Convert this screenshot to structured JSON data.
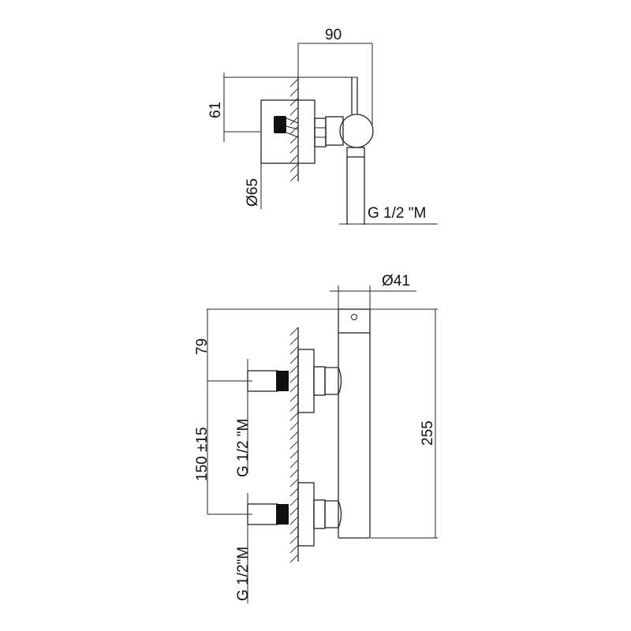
{
  "top_view": {
    "dim_width": "90",
    "dim_offset": "61",
    "dim_diameter": "Ø65",
    "thread_label": "G 1/2 \"M"
  },
  "front_view": {
    "dim_diameter": "Ø41",
    "dim_top_offset": "79",
    "dim_spacing": "150 ±15",
    "dim_height": "255",
    "thread_label_upper": "G 1/2 \"M",
    "thread_label_lower": "G 1/2\"M"
  }
}
